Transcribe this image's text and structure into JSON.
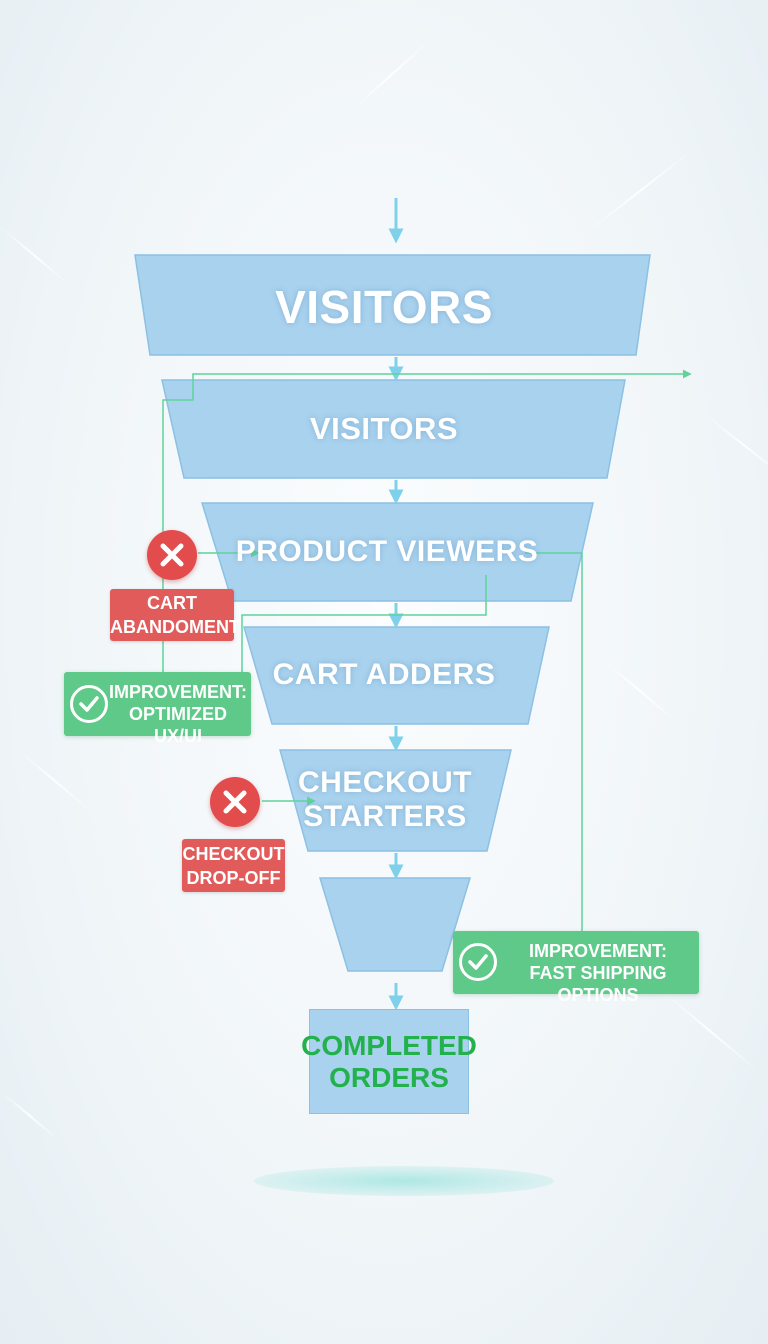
{
  "funnel": {
    "stages": [
      {
        "label": "VISITORS"
      },
      {
        "label": "VISITORS"
      },
      {
        "label": "PRODUCT VIEWERS"
      },
      {
        "label": "CART ADDERS"
      },
      {
        "label": "CHECKOUT\nSTARTERS"
      },
      {
        "label": ""
      }
    ],
    "final": {
      "label": "COMPLETED\nORDERS"
    }
  },
  "dropoffs": [
    {
      "label": "CART\nABANDOMENT",
      "icon": "x-icon"
    },
    {
      "label": "CHECKOUT\nDROP-OFF",
      "icon": "x-icon"
    }
  ],
  "improvements": [
    {
      "label": "IMPROVEMENT:\nOPTIMIZED UX/UI",
      "icon": "check-circle-icon"
    },
    {
      "label": "IMPROVEMENT:\nFAST SHIPPING OPTIONS",
      "icon": "check-circle-icon"
    }
  ],
  "colors": {
    "stage_fill": "#a9d2ee",
    "stage_border": "#8cc0e4",
    "arrow": "#7fd0ea",
    "connector": "#5fd39a",
    "dropoff": "#e25b5b",
    "improvement": "#5fc98a",
    "final_text": "#22b14c"
  }
}
